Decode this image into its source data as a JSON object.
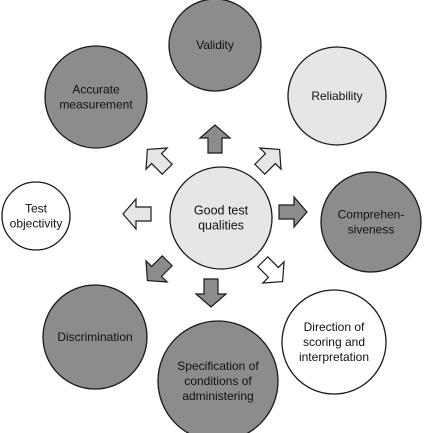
{
  "colors": {
    "dark": "#8c8c8c",
    "light": "#e6e6e6",
    "white": "#ffffff",
    "stroke": "#1a1a1a"
  },
  "center": {
    "lines": [
      "Good test",
      "qualities"
    ],
    "fill": "light"
  },
  "nodes": [
    {
      "id": "validity",
      "lines": [
        "Validity"
      ],
      "fill": "dark"
    },
    {
      "id": "reliability",
      "lines": [
        "Reliability"
      ],
      "fill": "light"
    },
    {
      "id": "comprehensiveness",
      "lines": [
        "Comprehen-",
        "siveness"
      ],
      "fill": "dark"
    },
    {
      "id": "direction-of-scoring",
      "lines": [
        "Direction of",
        "scoring and",
        "interpretation"
      ],
      "fill": "white"
    },
    {
      "id": "specification-of-conditions",
      "lines": [
        "Specification of",
        "conditions of",
        "administering"
      ],
      "fill": "dark"
    },
    {
      "id": "discrimination",
      "lines": [
        "Discrimination"
      ],
      "fill": "dark"
    },
    {
      "id": "test-objectivity",
      "lines": [
        "Test",
        "objectivity"
      ],
      "fill": "white"
    },
    {
      "id": "accurate-measurement",
      "lines": [
        "Accurate",
        "measurement"
      ],
      "fill": "dark"
    }
  ],
  "arrows": [
    {
      "target": "validity",
      "fill": "dark"
    },
    {
      "target": "reliability",
      "fill": "light"
    },
    {
      "target": "comprehensiveness",
      "fill": "dark"
    },
    {
      "target": "direction-of-scoring",
      "fill": "white"
    },
    {
      "target": "specification-of-conditions",
      "fill": "dark"
    },
    {
      "target": "discrimination",
      "fill": "dark"
    },
    {
      "target": "test-objectivity",
      "fill": "light"
    },
    {
      "target": "accurate-measurement",
      "fill": "light"
    }
  ]
}
